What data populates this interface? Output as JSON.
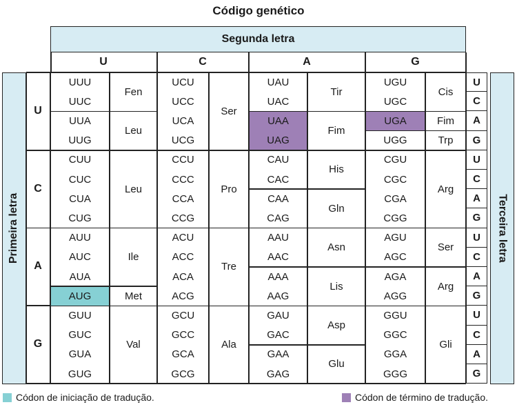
{
  "title": "Código genético",
  "second_letter_label": "Segunda letra",
  "first_letter_label": "Primeira letra",
  "third_letter_label": "Terceira letra",
  "bases": [
    "U",
    "C",
    "A",
    "G"
  ],
  "third_column": [
    "U",
    "C",
    "A",
    "G",
    "U",
    "C",
    "A",
    "G",
    "U",
    "C",
    "A",
    "G",
    "U",
    "C",
    "A",
    "G"
  ],
  "legend": {
    "start": "Códon de iniciação de tradução.",
    "stop": "Códon de término de tradução.",
    "start_color": "#86d0d4",
    "stop_color": "#9e80b6"
  },
  "blocks": [
    [
      {
        "codons": [
          "UUU",
          "UUC",
          "UUA",
          "UUG"
        ],
        "groups": [
          {
            "aa": "Fen",
            "rows": 2
          },
          {
            "aa": "Leu",
            "rows": 2
          }
        ]
      },
      {
        "codons": [
          "UCU",
          "UCC",
          "UCA",
          "UCG"
        ],
        "groups": [
          {
            "aa": "Ser",
            "rows": 4
          }
        ]
      },
      {
        "codons": [
          "UAU",
          "UAC",
          "UAA",
          "UAG"
        ],
        "groups": [
          {
            "aa": "Tir",
            "rows": 2
          },
          {
            "aa": "Fim",
            "rows": 2
          }
        ],
        "stop": [
          2,
          3
        ]
      },
      {
        "codons": [
          "UGU",
          "UGC",
          "UGA",
          "UGG"
        ],
        "groups": [
          {
            "aa": "Cis",
            "rows": 2
          },
          {
            "aa": "Fim",
            "rows": 1
          },
          {
            "aa": "Trp",
            "rows": 1
          }
        ],
        "stop": [
          2
        ]
      }
    ],
    [
      {
        "codons": [
          "CUU",
          "CUC",
          "CUA",
          "CUG"
        ],
        "groups": [
          {
            "aa": "Leu",
            "rows": 4
          }
        ]
      },
      {
        "codons": [
          "CCU",
          "CCC",
          "CCA",
          "CCG"
        ],
        "groups": [
          {
            "aa": "Pro",
            "rows": 4
          }
        ]
      },
      {
        "codons": [
          "CAU",
          "CAC",
          "CAA",
          "CAG"
        ],
        "groups": [
          {
            "aa": "His",
            "rows": 2
          },
          {
            "aa": "Gln",
            "rows": 2
          }
        ]
      },
      {
        "codons": [
          "CGU",
          "CGC",
          "CGA",
          "CGG"
        ],
        "groups": [
          {
            "aa": "Arg",
            "rows": 4
          }
        ]
      }
    ],
    [
      {
        "codons": [
          "AUU",
          "AUC",
          "AUA",
          "AUG"
        ],
        "groups": [
          {
            "aa": "Ile",
            "rows": 3
          },
          {
            "aa": "Met",
            "rows": 1
          }
        ],
        "start": [
          3
        ]
      },
      {
        "codons": [
          "ACU",
          "ACC",
          "ACA",
          "ACG"
        ],
        "groups": [
          {
            "aa": "Tre",
            "rows": 4
          }
        ]
      },
      {
        "codons": [
          "AAU",
          "AAC",
          "AAA",
          "AAG"
        ],
        "groups": [
          {
            "aa": "Asn",
            "rows": 2
          },
          {
            "aa": "Lis",
            "rows": 2
          }
        ]
      },
      {
        "codons": [
          "AGU",
          "AGC",
          "AGA",
          "AGG"
        ],
        "groups": [
          {
            "aa": "Ser",
            "rows": 2
          },
          {
            "aa": "Arg",
            "rows": 2
          }
        ]
      }
    ],
    [
      {
        "codons": [
          "GUU",
          "GUC",
          "GUA",
          "GUG"
        ],
        "groups": [
          {
            "aa": "Val",
            "rows": 4
          }
        ]
      },
      {
        "codons": [
          "GCU",
          "GCC",
          "GCA",
          "GCG"
        ],
        "groups": [
          {
            "aa": "Ala",
            "rows": 4
          }
        ]
      },
      {
        "codons": [
          "GAU",
          "GAC",
          "GAA",
          "GAG"
        ],
        "groups": [
          {
            "aa": "Asp",
            "rows": 2
          },
          {
            "aa": "Glu",
            "rows": 2
          }
        ]
      },
      {
        "codons": [
          "GGU",
          "GGC",
          "GGA",
          "GGG"
        ],
        "groups": [
          {
            "aa": "Gli",
            "rows": 4
          }
        ]
      }
    ]
  ]
}
